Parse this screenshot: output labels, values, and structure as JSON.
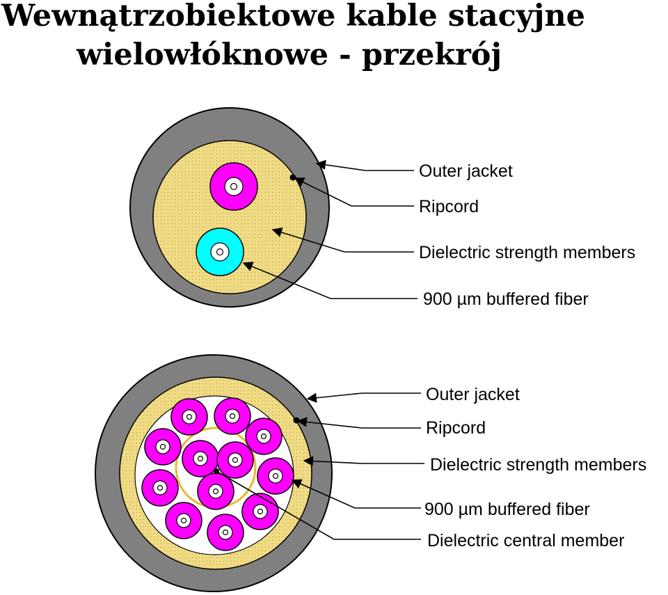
{
  "title": {
    "line1": "Wewnątrzobiektowe kable stacyjne",
    "line2": "wielowłóknowe - przekrój"
  },
  "colors": {
    "jacket": "#808080",
    "strength": "#f2df8a",
    "buffer_magenta": "#ff00ff",
    "buffer_cyan": "#00ffff",
    "central_white": "#ffffff",
    "ring_gold": "#e8b830"
  },
  "diagrams": [
    {
      "name": "two-fiber-cable",
      "labels": [
        "Outer jacket",
        "Ripcord",
        "Dielectric strength members",
        "900 µm buffered fiber"
      ]
    },
    {
      "name": "twelve-fiber-cable",
      "labels": [
        "Outer jacket",
        "Ripcord",
        "Dielectric strength members",
        "900 µm buffered fiber",
        "Dielectric central member"
      ]
    }
  ]
}
